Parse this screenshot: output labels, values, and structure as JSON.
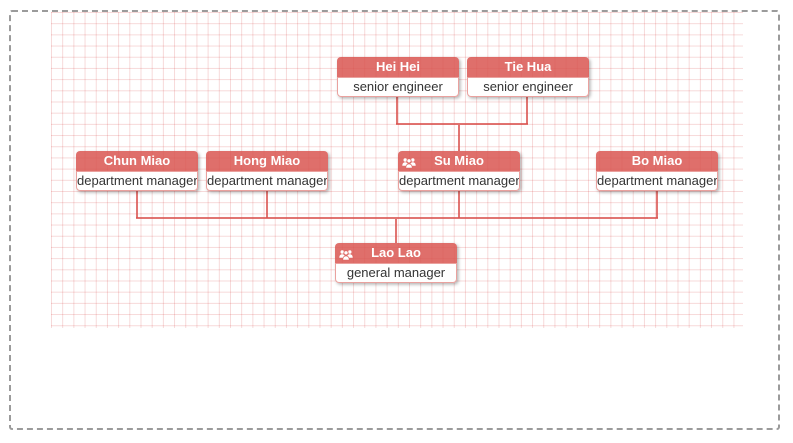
{
  "page": {
    "background_color": "#ffffff",
    "dashed_border_color": "#9b9b9b"
  },
  "chart": {
    "type": "org-chart",
    "direction": "bottom-to-top",
    "accent_color": "#d9534f",
    "grid_line_color": "rgba(200,0,0,0.15)",
    "connector_color": "rgba(217,83,79,0.8)",
    "icon_name": "users-icon",
    "nodes": [
      {
        "name": "Hei Hei",
        "role": "senior engineer",
        "has_team_icon": false,
        "reports_to": "Su Miao"
      },
      {
        "name": "Tie Hua",
        "role": "senior engineer",
        "has_team_icon": false,
        "reports_to": "Su Miao"
      },
      {
        "name": "Chun Miao",
        "role": "department manager",
        "has_team_icon": false,
        "reports_to": "Lao Lao"
      },
      {
        "name": "Hong Miao",
        "role": "department manager",
        "has_team_icon": false,
        "reports_to": "Lao Lao"
      },
      {
        "name": "Su Miao",
        "role": "department manager",
        "has_team_icon": true,
        "reports_to": "Lao Lao"
      },
      {
        "name": "Bo Miao",
        "role": "department manager",
        "has_team_icon": false,
        "reports_to": "Lao Lao"
      },
      {
        "name": "Lao Lao",
        "role": "general manager",
        "has_team_icon": true,
        "reports_to": null
      }
    ]
  }
}
